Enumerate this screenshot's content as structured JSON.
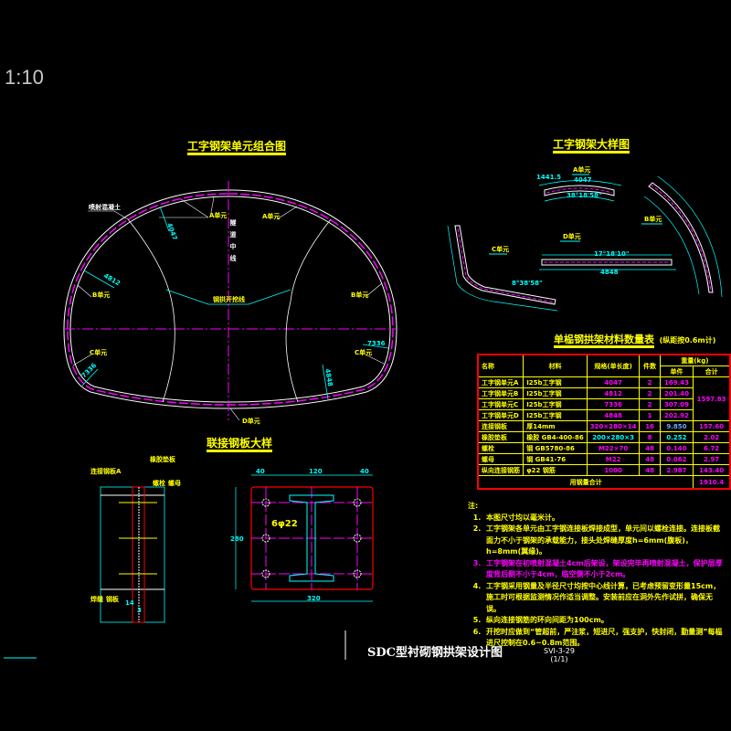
{
  "scale": "1:10",
  "combo": {
    "title": "工字钢架单元组合图",
    "labels": {
      "lining": "喷射混凝土",
      "a_left": "A单元",
      "a_right": "A单元",
      "b_left": "B单元",
      "b_right": "B单元",
      "c_left": "C单元",
      "c_right": "C单元",
      "d": "D单元",
      "excavation": "钢拱开挖线",
      "centerline": "隧道中线"
    },
    "dims": {
      "d1": "4047",
      "d2": "4812",
      "d3": "7336",
      "d4": "4848",
      "d5": "7336"
    }
  },
  "detail": {
    "title": "工字钢架大样图",
    "labels": {
      "a": "A单元",
      "b": "B单元",
      "c": "C单元",
      "d": "D单元"
    },
    "dims": {
      "a_len": "4047",
      "a_ang": "38°18'58\"",
      "d_len": "4848",
      "d_ang": "17°18'10\"",
      "c_ang": "8°38'58\"",
      "end": "1441.5"
    }
  },
  "table": {
    "title": "单榀钢拱架材料数量表",
    "subtitle": "(纵距按0.6m计)",
    "headers": {
      "name": "名称",
      "material": "材料",
      "spec": "规格(单长度)",
      "count": "件数",
      "weight": "重量(kg)",
      "unit": "单件",
      "total": "合计"
    },
    "rows": [
      {
        "name": "工字钢单元A",
        "material": "I25b工字钢",
        "spec": "4047",
        "count": "2",
        "unit": "169.43"
      },
      {
        "name": "工字钢单元B",
        "material": "I25b工字钢",
        "spec": "4812",
        "count": "2",
        "unit": "201.40"
      },
      {
        "name": "工字钢单元C",
        "material": "I25b工字钢",
        "spec": "7336",
        "count": "2",
        "unit": "307.09"
      },
      {
        "name": "工字钢单元D",
        "material": "I25b工字钢",
        "spec": "4848",
        "count": "1",
        "unit": "202.92"
      },
      {
        "name": "连接钢板",
        "material": "厚14mm",
        "spec": "320×280×14",
        "count": "16",
        "unit": "9.850",
        "total": "157.60"
      },
      {
        "name": "橡胶垫板",
        "material": "橡胶 GB4-400-86",
        "spec": "200×280×3",
        "count": "8",
        "unit": "0.252",
        "total": "2.02"
      },
      {
        "name": "螺栓",
        "material": "钢 GB5780-86",
        "spec": "M22×70",
        "count": "48",
        "unit": "0.140",
        "total": "6.72"
      },
      {
        "name": "螺母",
        "material": "钢 GB41-76",
        "spec": "M22",
        "count": "48",
        "unit": "0.062",
        "total": "2.97"
      },
      {
        "name": "纵向连接钢筋",
        "material": "φ22 钢筋",
        "spec": "1000",
        "count": "48",
        "unit": "2.987",
        "total": "143.40"
      }
    ],
    "steel_sum": "1597.83",
    "grand_label": "用钢量合计",
    "grand_total": "1910.4"
  },
  "plate": {
    "title": "联接钢板大样",
    "labels": {
      "rubber": "橡胶垫板",
      "plate": "连接钢板A",
      "bolt": "螺栓",
      "nut": "螺母",
      "weld": "焊缝",
      "steel": "钢板",
      "holes": "6φ22"
    },
    "dims": {
      "d40a": "40",
      "d120": "120",
      "d40b": "40",
      "d280": "280",
      "d320": "320",
      "t14": "14",
      "t3": "3"
    }
  },
  "notes": {
    "heading": "注:",
    "items": [
      {
        "n": "1.",
        "text": "本图尺寸均以毫米计。"
      },
      {
        "n": "2.",
        "text": "工字钢架各单元由工字钢连接板焊接成型，单元间以螺栓连接。连接板截面力不小于钢架的承载能力，接头处焊缝厚度h=6mm(腹板)，h=8mm(翼缘)。"
      },
      {
        "n": "3.",
        "text": "工字钢架在初喷射混凝土4cm后架设，架设完毕再喷射混凝土，保护层厚度背后侧不小于4cm，临空侧不小于2cm。"
      },
      {
        "n": "4.",
        "text": "工字钢采用钢量及半径尺寸均按中心线计算，已考虑预留变形量15cm，施工时可根据监测情况作适当调整。安装前应在洞外先作试拼，确保无误。"
      },
      {
        "n": "5.",
        "text": "纵向连接钢筋的环向间距为100cm。"
      },
      {
        "n": "6.",
        "text": "开挖时应做到“管超前，严注浆，短进尺，强支护，快封闭，勤量测”每榀进尺控制在0.6~0.8m范围。"
      }
    ]
  },
  "titleblock": {
    "title": "SDC型衬砌钢拱架设计图",
    "code": "SVI-3-29",
    "sheet": "(1/1)"
  },
  "colors": {
    "background": "#000000",
    "title": "#ffff00",
    "arch": "#ffffff",
    "axis": "#ff00ff",
    "dimension": "#00ffff",
    "table_border": "#ff0000"
  }
}
